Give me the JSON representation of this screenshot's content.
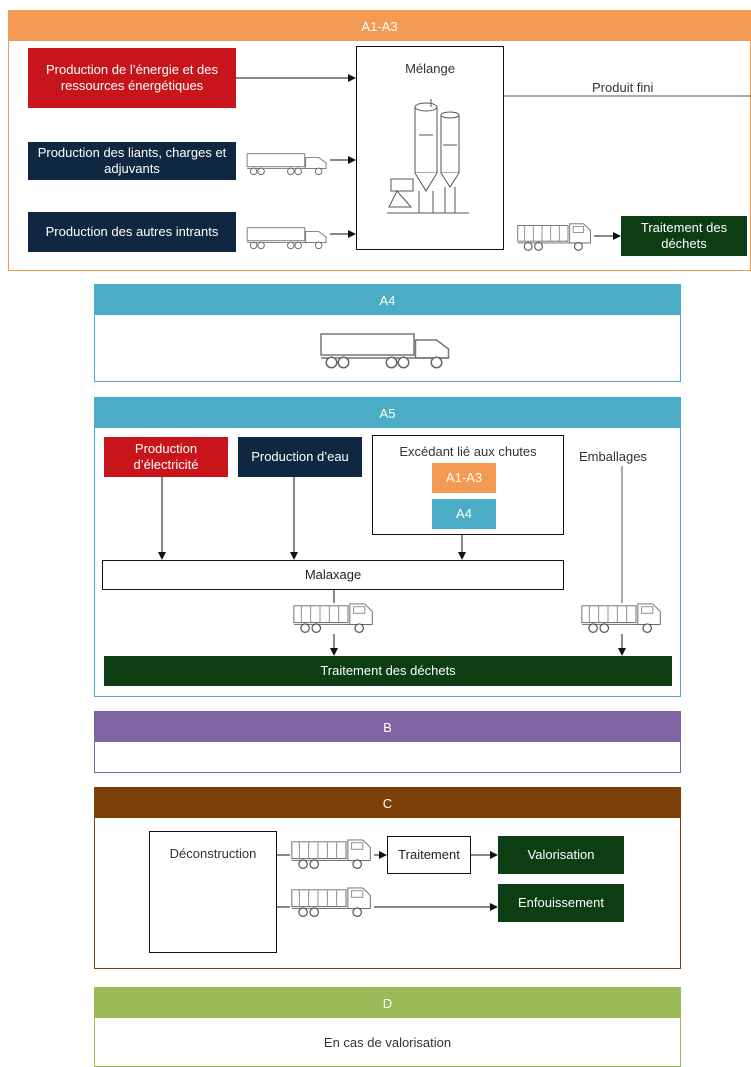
{
  "colors": {
    "a1a3": "#f39b54",
    "a4": "#4bacc6",
    "a5": "#4bacc6",
    "b": "#7e64a2",
    "c": "#7b3f08",
    "d": "#9bbb59",
    "red": "#c8151c",
    "navy": "#0f2741",
    "green": "#0d3d12"
  },
  "a1a3": {
    "title": "A1-A3",
    "energy": "Production de l’énergie et des ressources énergétiques",
    "binders": "Production des liants, charges et adjuvants",
    "other_inputs": "Production des autres intrants",
    "mixing": "Mélange",
    "finished_product": "Produit fini",
    "waste": "Traitement des déchets",
    "icons": [
      "truck-icon",
      "silo-plant-icon",
      "dump-truck-icon"
    ]
  },
  "a4": {
    "title": "A4",
    "icons": [
      "semi-truck-icon"
    ]
  },
  "a5": {
    "title": "A5",
    "electricity": "Production d’électricité",
    "water": "Production d’eau",
    "surplus": "Excédant lié aux chutes",
    "surplus_a1a3": "A1-A3",
    "surplus_a4": "A4",
    "packaging": "Emballages",
    "mixing": "Malaxage",
    "waste": "Traitement des déchets",
    "icons": [
      "dump-truck-icon"
    ]
  },
  "b": {
    "title": "B"
  },
  "c": {
    "title": "C",
    "deconstruction": "Déconstruction",
    "treatment": "Traitement",
    "recovery": "Valorisation",
    "landfill": "Enfouissement",
    "icons": [
      "dump-truck-icon"
    ]
  },
  "d": {
    "title": "D",
    "text": "En cas de valorisation"
  }
}
